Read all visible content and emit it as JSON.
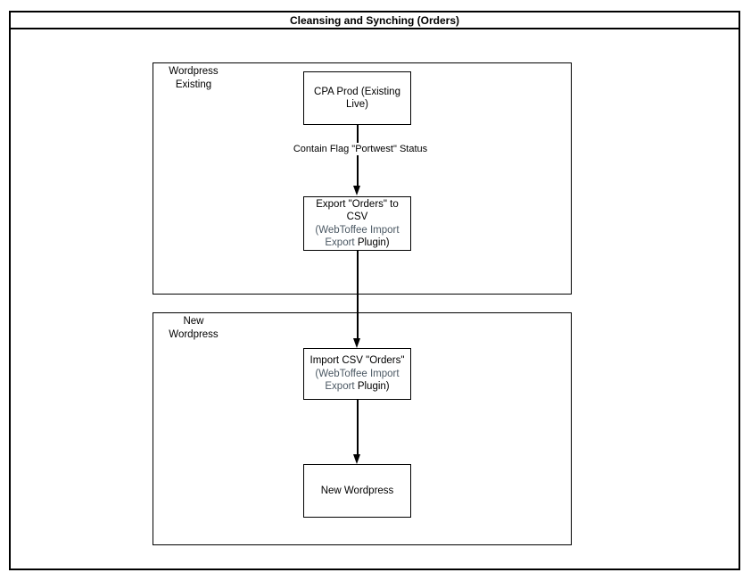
{
  "diagram": {
    "title": "Cleansing and Synching (Orders)",
    "containers": {
      "existing": {
        "label_line1": "Wordpress",
        "label_line2": "Existing"
      },
      "new_wp": {
        "label_line1": "New",
        "label_line2": "Wordpress"
      }
    },
    "nodes": {
      "cpa": {
        "line1": "CPA Prod (Existing",
        "line2": "Live)"
      },
      "export_csv": {
        "line1": "Export \"Orders\" to",
        "line2": "CSV",
        "line3_muted": "(WebToffee Import",
        "line4_muted": "Export",
        "line4_rest": " Plugin)"
      },
      "import_csv": {
        "line1": "Import CSV \"Orders\"",
        "line2_muted": "(WebToffee Import",
        "line3_muted": "Export",
        "line3_rest": " Plugin)"
      },
      "new_wordpress": {
        "line1": "New Wordpress"
      }
    },
    "edges": {
      "cpa_to_export": {
        "label": "Contain Flag \"Portwest\" Status"
      }
    },
    "colors": {
      "line": "#000000",
      "text": "#000000",
      "muted_text": "#4c5964",
      "background": "#ffffff"
    }
  }
}
